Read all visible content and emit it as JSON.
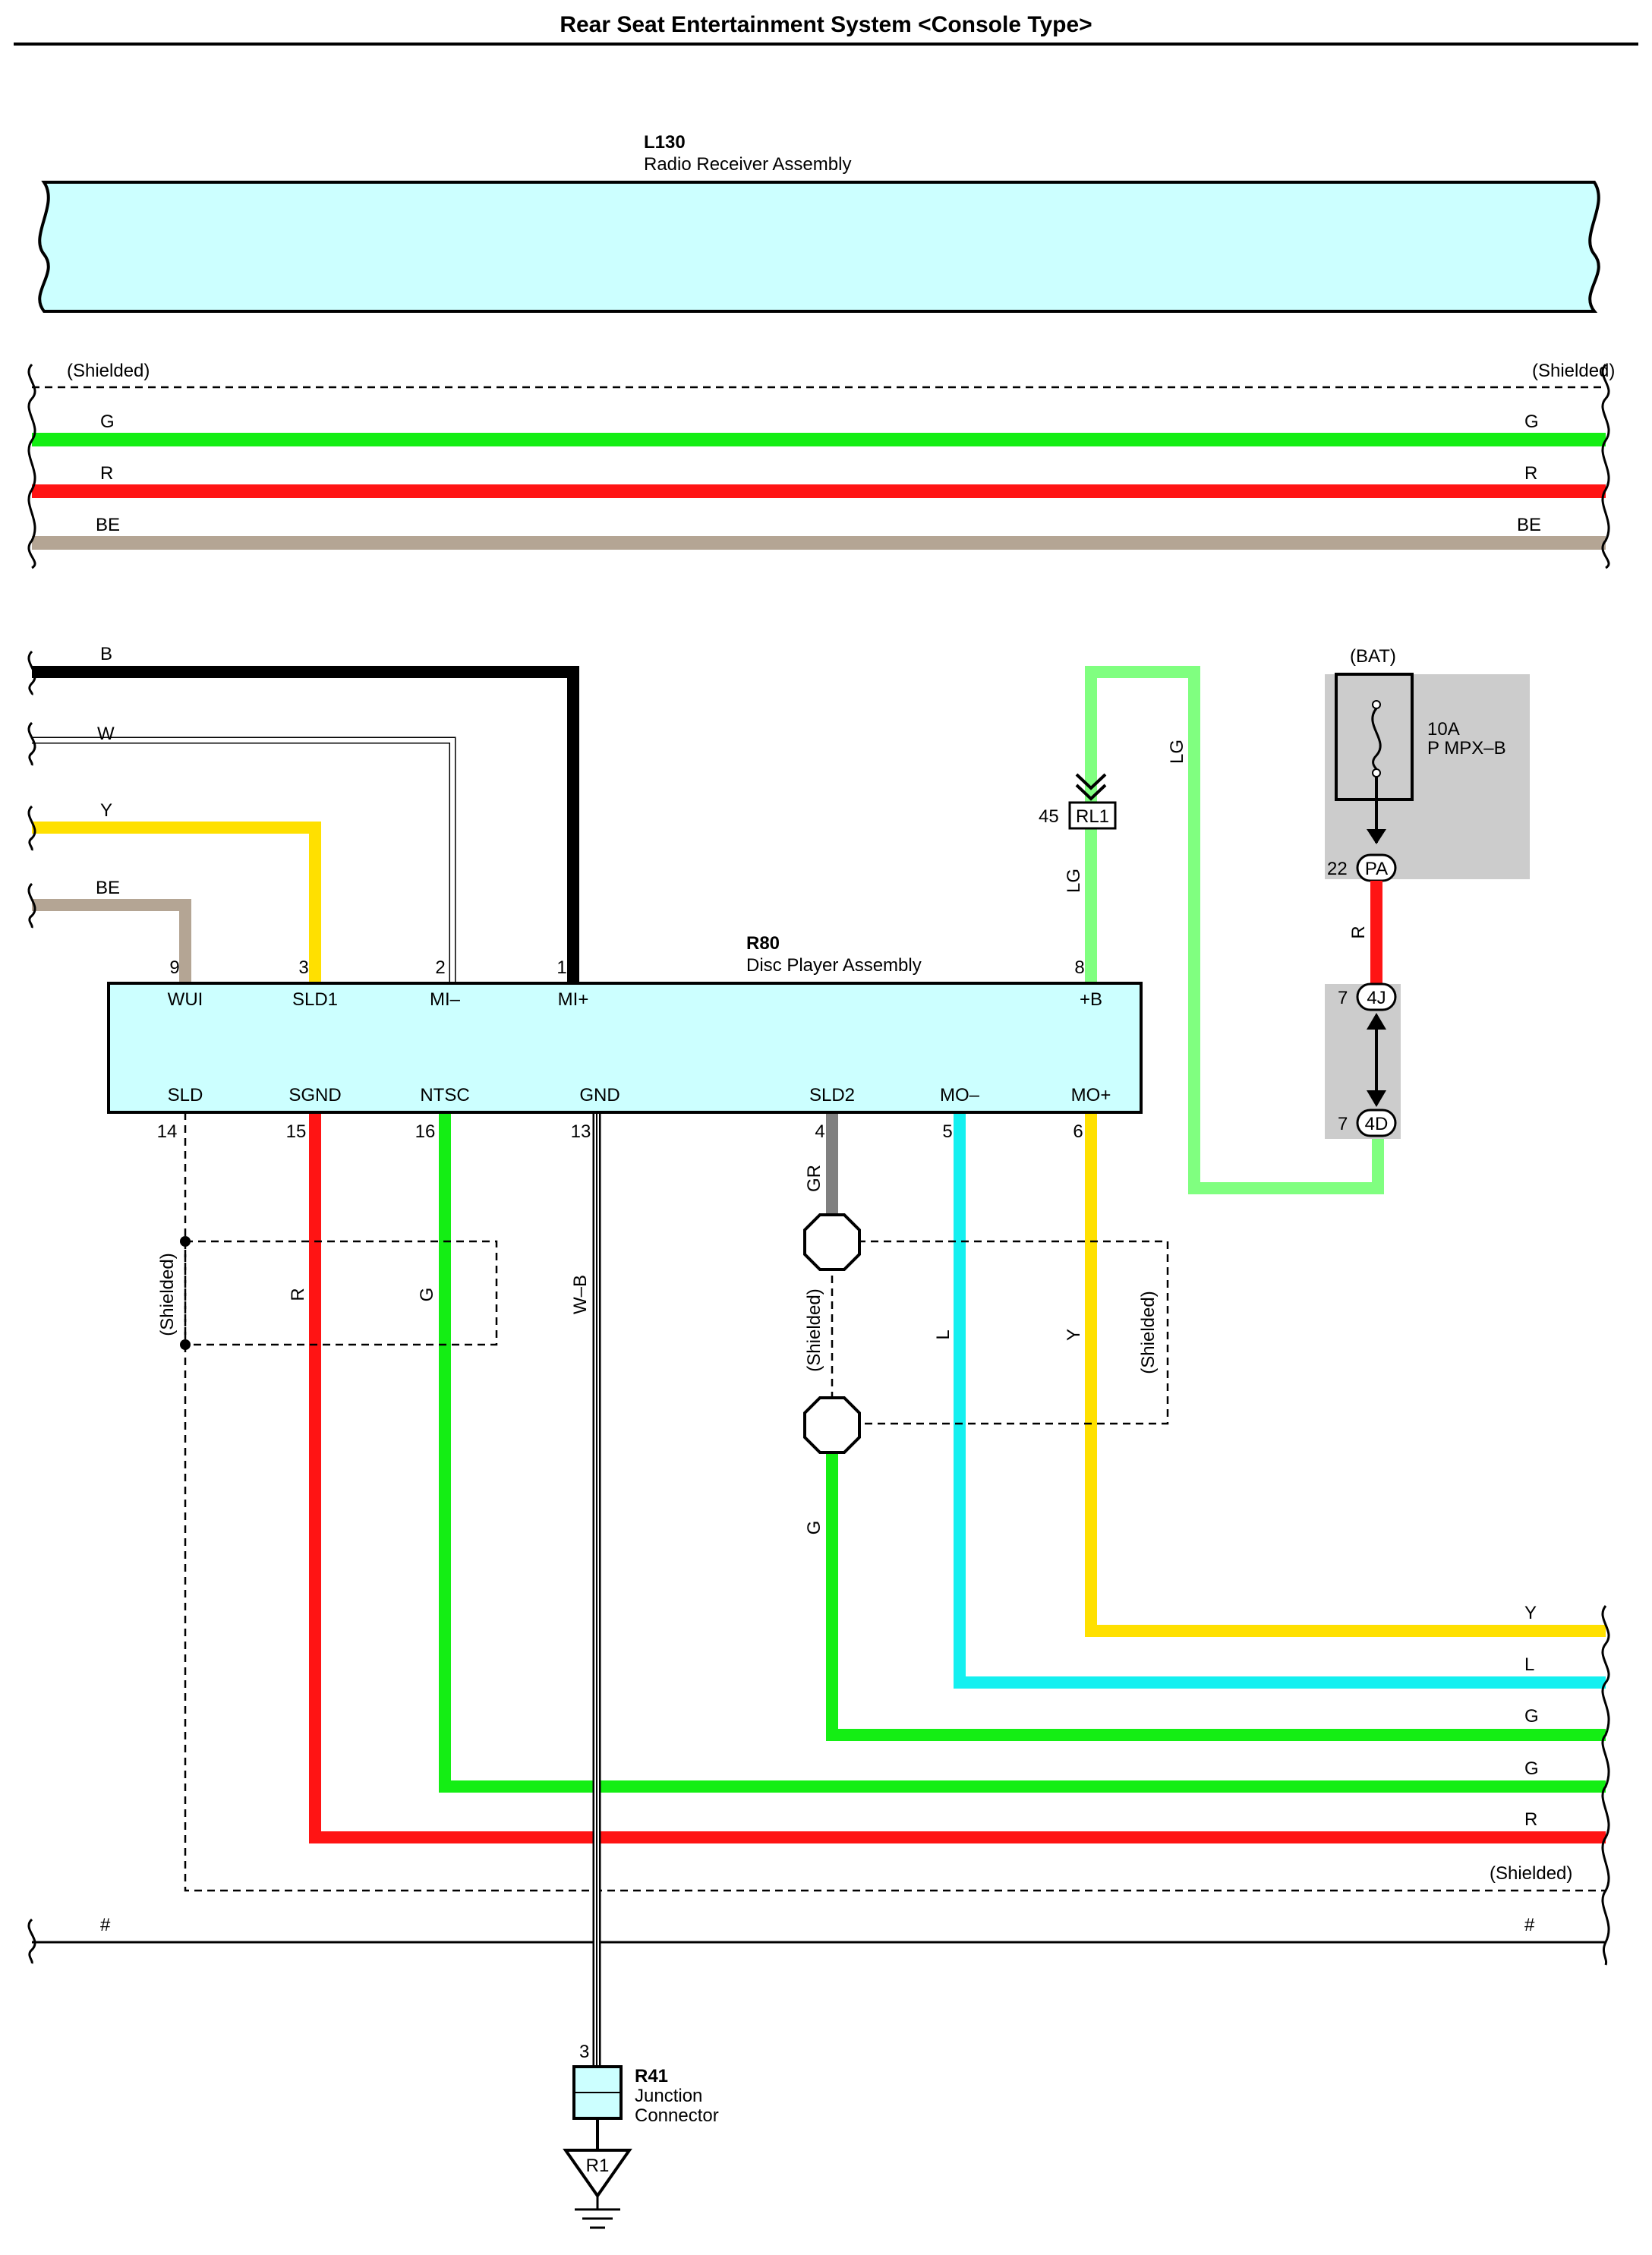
{
  "title": "Rear Seat Entertainment System <Console Type>",
  "colors": {
    "G": "#14ee14",
    "R": "#ff1414",
    "BE": "#b4a594",
    "B": "#000000",
    "W": "#ffffff",
    "Y": "#ffe000",
    "LG": "#80ff80",
    "L": "#14f0f0",
    "GR": "#808080",
    "box_fill": "#ccffff",
    "relay_bg": "#cccccc"
  },
  "l130": {
    "code": "L130",
    "name": "Radio Receiver Assembly"
  },
  "r80": {
    "code": "R80",
    "name": "Disc Player Assembly",
    "top_pins": [
      {
        "num": "9",
        "name": "WUI"
      },
      {
        "num": "3",
        "name": "SLD1"
      },
      {
        "num": "2",
        "name": "MI–"
      },
      {
        "num": "1",
        "name": "MI+"
      },
      {
        "num": "8",
        "name": "+B"
      }
    ],
    "bottom_pins": [
      {
        "num": "14",
        "name": "SLD"
      },
      {
        "num": "15",
        "name": "SGND"
      },
      {
        "num": "16",
        "name": "NTSC"
      },
      {
        "num": "13",
        "name": "GND"
      },
      {
        "num": "4",
        "name": "SLD2"
      },
      {
        "num": "5",
        "name": "MO–"
      },
      {
        "num": "6",
        "name": "MO+"
      }
    ]
  },
  "top_bus": {
    "shielded": "(Shielded)",
    "wires": [
      {
        "label": "G",
        "color_key": "G"
      },
      {
        "label": "R",
        "color_key": "R"
      },
      {
        "label": "BE",
        "color_key": "BE"
      }
    ]
  },
  "left_inputs": [
    {
      "label": "B",
      "color_key": "B"
    },
    {
      "label": "W",
      "color_key": "W"
    },
    {
      "label": "Y",
      "color_key": "Y"
    },
    {
      "label": "BE",
      "color_key": "BE"
    }
  ],
  "bottom_outputs": [
    {
      "label": "Y",
      "color_key": "Y"
    },
    {
      "label": "L",
      "color_key": "L"
    },
    {
      "label": "G",
      "color_key": "G"
    },
    {
      "label": "G",
      "color_key": "G"
    },
    {
      "label": "R",
      "color_key": "R"
    }
  ],
  "bottom_shielded": "(Shielded)",
  "hash_label": "#",
  "relay": {
    "bat": "(BAT)",
    "fuse_rating": "10A",
    "fuse_name": "P MPX–B",
    "pa_pin": "22",
    "pa": "PA",
    "j4_pin": "7",
    "j4": "4J",
    "d4_pin": "7",
    "d4": "4D"
  },
  "rl1": {
    "pin": "45",
    "name": "RL1"
  },
  "wire_labels": {
    "lg_upper": "LG",
    "lg_lower": "LG",
    "r_relay": "R",
    "gr": "GR",
    "r_vert": "R",
    "g_vert": "G",
    "wb": "W–B",
    "l_vert": "L",
    "y_vert": "Y",
    "g_lower": "G",
    "shielded_left": "(Shielded)",
    "shielded_mid": "(Shielded)",
    "shielded_right": "(Shielded)"
  },
  "r41": {
    "code": "R41",
    "line1": "Junction",
    "line2": "Connector",
    "pin": "3",
    "ground": "R1"
  }
}
